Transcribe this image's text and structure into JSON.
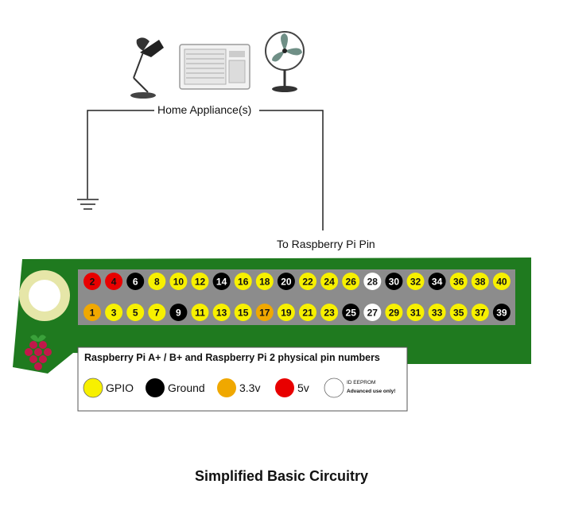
{
  "appliance_label": "Home Appliance(s)",
  "pi_pin_label": "To Raspberry Pi Pin",
  "caption": "Simplified Basic Circuitry",
  "legend": {
    "title": "Raspberry Pi A+ / B+ and Raspberry Pi 2 physical pin numbers",
    "gpio": "GPIO",
    "ground": "Ground",
    "v33": "3.3v",
    "v5": "5v",
    "eeprom_line1": "ID EEPROM",
    "eeprom_line2": "Advanced use only!"
  },
  "colors": {
    "board": "#1f7a1f",
    "header": "#8c8c8c",
    "gpio": "#f7f000",
    "ground": "#000000",
    "v33": "#f0a800",
    "v5": "#e80000",
    "eeprom": "#ffffff"
  },
  "pins": {
    "top_row": [
      {
        "n": "2",
        "t": "v5"
      },
      {
        "n": "4",
        "t": "v5"
      },
      {
        "n": "6",
        "t": "ground"
      },
      {
        "n": "8",
        "t": "gpio"
      },
      {
        "n": "10",
        "t": "gpio"
      },
      {
        "n": "12",
        "t": "gpio"
      },
      {
        "n": "14",
        "t": "ground"
      },
      {
        "n": "16",
        "t": "gpio"
      },
      {
        "n": "18",
        "t": "gpio"
      },
      {
        "n": "20",
        "t": "ground"
      },
      {
        "n": "22",
        "t": "gpio"
      },
      {
        "n": "24",
        "t": "gpio"
      },
      {
        "n": "26",
        "t": "gpio"
      },
      {
        "n": "28",
        "t": "eeprom"
      },
      {
        "n": "30",
        "t": "ground"
      },
      {
        "n": "32",
        "t": "gpio"
      },
      {
        "n": "34",
        "t": "ground"
      },
      {
        "n": "36",
        "t": "gpio"
      },
      {
        "n": "38",
        "t": "gpio"
      },
      {
        "n": "40",
        "t": "gpio"
      }
    ],
    "bottom_row": [
      {
        "n": "1",
        "t": "v33"
      },
      {
        "n": "3",
        "t": "gpio"
      },
      {
        "n": "5",
        "t": "gpio"
      },
      {
        "n": "7",
        "t": "gpio"
      },
      {
        "n": "9",
        "t": "ground"
      },
      {
        "n": "11",
        "t": "gpio"
      },
      {
        "n": "13",
        "t": "gpio"
      },
      {
        "n": "15",
        "t": "gpio"
      },
      {
        "n": "17",
        "t": "v33"
      },
      {
        "n": "19",
        "t": "gpio"
      },
      {
        "n": "21",
        "t": "gpio"
      },
      {
        "n": "23",
        "t": "gpio"
      },
      {
        "n": "25",
        "t": "ground"
      },
      {
        "n": "27",
        "t": "eeprom"
      },
      {
        "n": "29",
        "t": "gpio"
      },
      {
        "n": "31",
        "t": "gpio"
      },
      {
        "n": "33",
        "t": "gpio"
      },
      {
        "n": "35",
        "t": "gpio"
      },
      {
        "n": "37",
        "t": "gpio"
      },
      {
        "n": "39",
        "t": "ground"
      }
    ]
  }
}
